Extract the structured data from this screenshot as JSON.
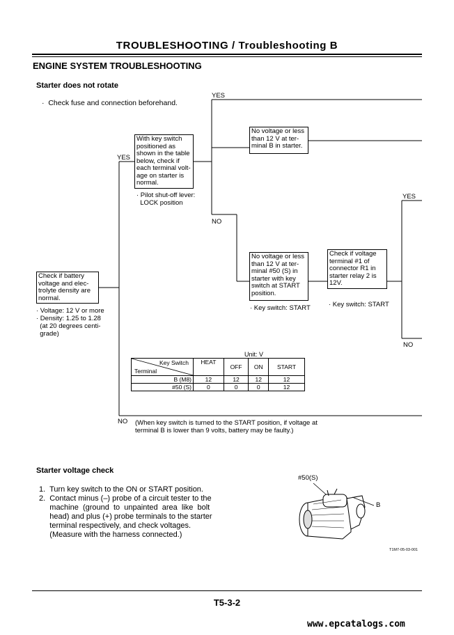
{
  "header": {
    "title": "TROUBLESHOOTING / Troubleshooting B"
  },
  "section_title": "ENGINE SYSTEM TROUBLESHOOTING",
  "starter": {
    "subtitle": "Starter does not rotate",
    "note": "·  Check fuse and connection beforehand."
  },
  "flow": {
    "yes": "YES",
    "no": "NO",
    "battery_box": "Check if battery\nvoltage and elec-\ntrolyte density are\nnormal.",
    "battery_note": "· Voltage: 12 V or more\n· Density: 1.25 to 1.28\n  (at 20 degrees centi-\n  grade)",
    "keyswitch_box": "With key switch\npositioned as\nshown in the table\nbelow, check if\neach terminal volt-\nage on starter is\nnormal.",
    "keyswitch_note": "· Pilot shut-off lever:\n  LOCK position",
    "termb_box": "No voltage or less\nthan 12 V at ter-\nminal B in starter.",
    "term50_box": "No voltage or less\nthan 12 V at ter-\nminal #50 (S) in\nstarter with key\nswitch at START\nposition.",
    "term50_note": "· Key switch: START",
    "relay_box": "Check if voltage\nterminal #1 of\nconnector R1 in\nstarter relay 2 is\n12V.",
    "relay_note": "· Key switch: START",
    "no_note": "(When key switch is turned to the START position, if voltage at\nterminal B is lower than 9 volts, battery may be faulty.)"
  },
  "table": {
    "unit": "Unit: V",
    "corner_top": "Key Switch",
    "corner_bottom": "Terminal",
    "headers": [
      "HEAT",
      "OFF",
      "ON",
      "START"
    ],
    "rows": [
      {
        "label": "B (M8)",
        "values": [
          "12",
          "12",
          "12",
          "12"
        ]
      },
      {
        "label": "#50 (S)",
        "values": [
          "0",
          "0",
          "0",
          "12"
        ]
      }
    ]
  },
  "voltage_check": {
    "subtitle": "Starter voltage check",
    "steps": [
      "1.  Turn key switch to the ON or START position.",
      "2.  Contact minus (–) probe of a circuit tester to the",
      "     machine  (ground  to  unpainted  area  like  bolt",
      "     head) and plus (+) probe terminals to the starter",
      "     terminal respectively, and check voltages.",
      "     (Measure with the harness connected.)"
    ]
  },
  "figure": {
    "label_50s": "#50(S)",
    "label_b": "B",
    "code": "T1M7-05-03-001"
  },
  "footer": {
    "page": "T5-3-2",
    "watermark": "www.epcatalogs.com"
  }
}
